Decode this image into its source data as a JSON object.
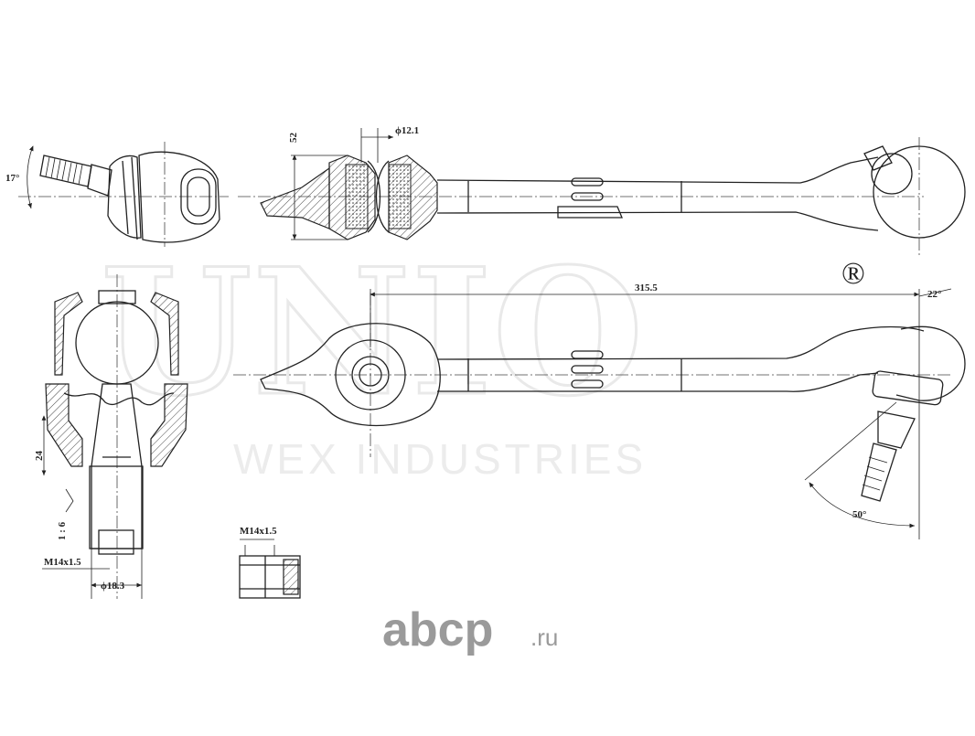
{
  "watermark": {
    "brand": "UNIO",
    "registered_mark": "®",
    "subtitle": "WEX INDUSTRIES"
  },
  "logo": {
    "main": "abcp",
    "suffix": ".ru"
  },
  "dimensions": {
    "angle_ball_stud": "17°",
    "bushing_width": "52",
    "bore_diameter": "ϕ12.1",
    "arm_length": "315.5",
    "angle_top": "22°",
    "angle_swing": "50°",
    "joint_height": "24",
    "taper": "1 : 6",
    "thread_stud": "M14x1.5",
    "shank_diameter": "ϕ18.3",
    "thread_nut": "M14x1.5"
  },
  "icons": {
    "nut": "hex-nut-icon",
    "ball_joint": "ball-joint-icon"
  }
}
